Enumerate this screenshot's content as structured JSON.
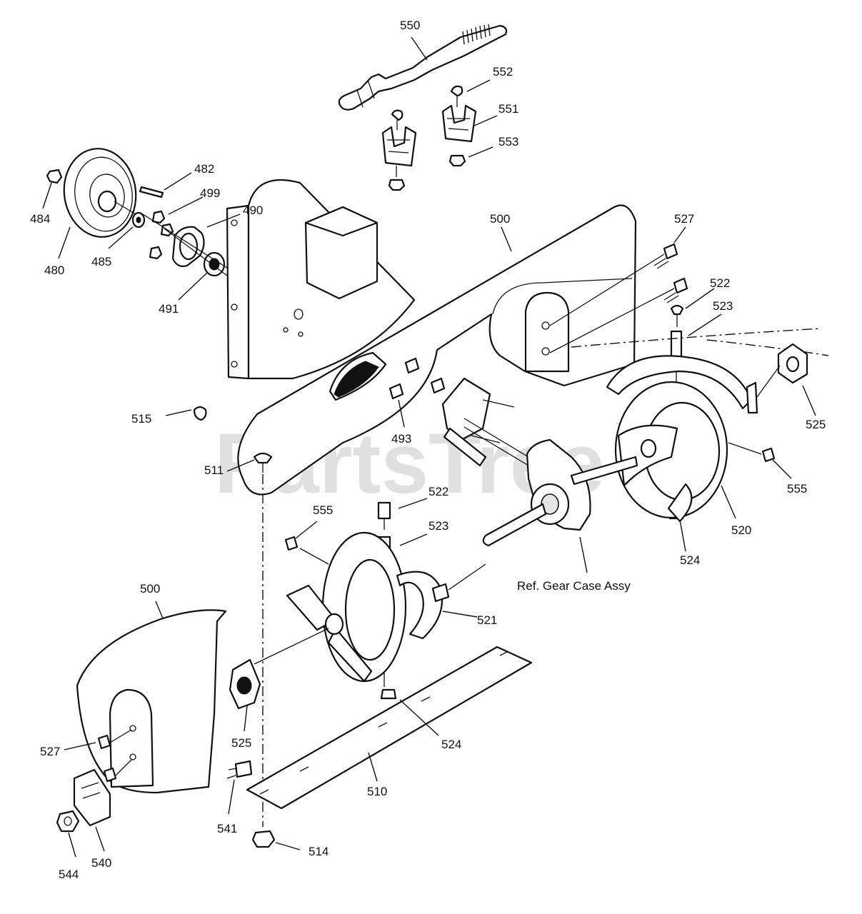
{
  "diagram": {
    "part_labels": [
      "550",
      "552",
      "551",
      "553",
      "482",
      "499",
      "490",
      "484",
      "480",
      "485",
      "491",
      "500",
      "527",
      "522",
      "523",
      "515",
      "493",
      "525",
      "511",
      "555",
      "520",
      "524",
      "521",
      "524",
      "522",
      "523",
      "555",
      "500",
      "527",
      "525",
      "510",
      "541",
      "540",
      "544",
      "514"
    ],
    "ref_text": "Ref. Gear Case Assy",
    "watermark": "PartsTree",
    "watermark_tm": "TM"
  }
}
